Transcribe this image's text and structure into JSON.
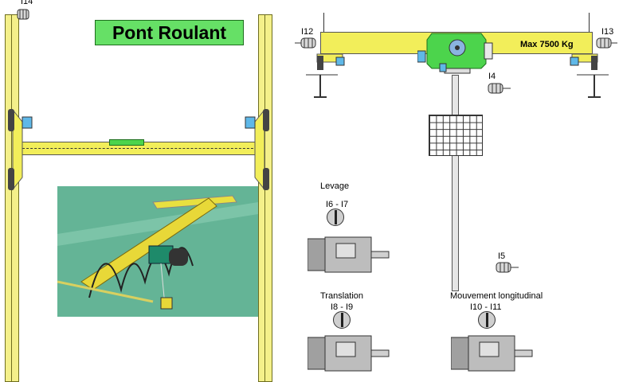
{
  "title": "Pont Roulant",
  "beam_capacity": "Max 7500 Kg",
  "sensors": {
    "i14": "I14",
    "i12": "I12",
    "i13": "I13",
    "i4": "I4",
    "i5": "I5"
  },
  "controls": {
    "levage": {
      "label": "Levage",
      "inputs": "I6 - I7"
    },
    "translation": {
      "label": "Translation",
      "inputs": "I8 - I9"
    },
    "longitudinal": {
      "label": "Mouvement longitudinal",
      "inputs": "I10 - I11"
    }
  },
  "colors": {
    "rail_yellow": "#f4f08a",
    "beam_yellow": "#f2ee5a",
    "title_green": "#66e066",
    "trolley_green": "#4cd44c",
    "photo_bg": "#64b496"
  }
}
